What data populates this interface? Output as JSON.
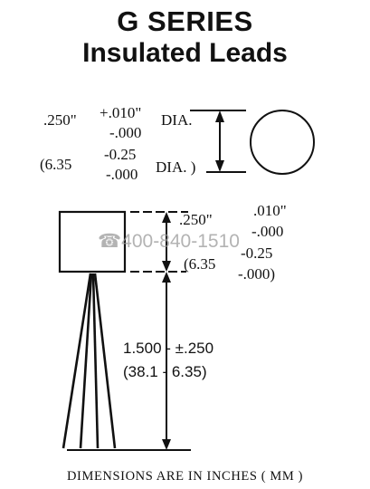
{
  "title": {
    "line1": "G SERIES",
    "line2": "Insulated Leads"
  },
  "diameter": {
    "nominal": ".250\"",
    "tol_plus": "+.010\"",
    "tol_minus": "-.000",
    "unit_label": "DIA.",
    "metric_open": "(6.35",
    "metric_plus": "-0.25",
    "metric_minus": "-.000",
    "metric_unit": "DIA. )"
  },
  "body_length": {
    "nominal": ".250\"",
    "tol_plus": ".010\"",
    "tol_minus": "-.000",
    "metric_open": "(6.35",
    "metric_plus": "-0.25",
    "metric_minus": "-.000)"
  },
  "lead_length": {
    "imperial": "1.500 - ±.250",
    "metric": "(38.1 - 6.35)"
  },
  "watermark": {
    "text": "400-840-1510"
  },
  "footer": {
    "note": "DIMENSIONS ARE IN INCHES ( MM )"
  },
  "colors": {
    "ink": "#111111",
    "watermark": "#9a9a9a",
    "background": "#ffffff"
  }
}
